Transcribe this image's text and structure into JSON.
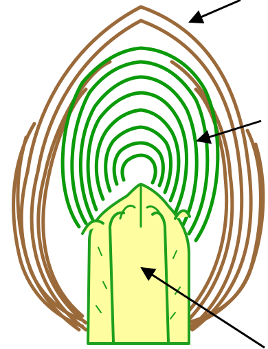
{
  "diagram": {
    "colors": {
      "outer_layers": "#9b6a3a",
      "inner_layers": "#0a9a0a",
      "core_fill": "#fefea0",
      "core_stroke": "#1ea01e",
      "arrow": "#000000",
      "background": "#ffffff"
    },
    "parts": [
      {
        "name": "outer-brown-layers",
        "count": 4,
        "color_key": "outer_layers"
      },
      {
        "name": "inner-green-layers",
        "count": 8,
        "color_key": "inner_layers"
      },
      {
        "name": "yellow-core",
        "count": 1,
        "color_key": "core_fill"
      }
    ],
    "pointers": [
      {
        "name": "pointer-to-outer-layers",
        "target": "outer-brown-layers"
      },
      {
        "name": "pointer-to-inner-layers",
        "target": "inner-green-layers"
      },
      {
        "name": "pointer-to-core",
        "target": "yellow-core"
      }
    ]
  }
}
